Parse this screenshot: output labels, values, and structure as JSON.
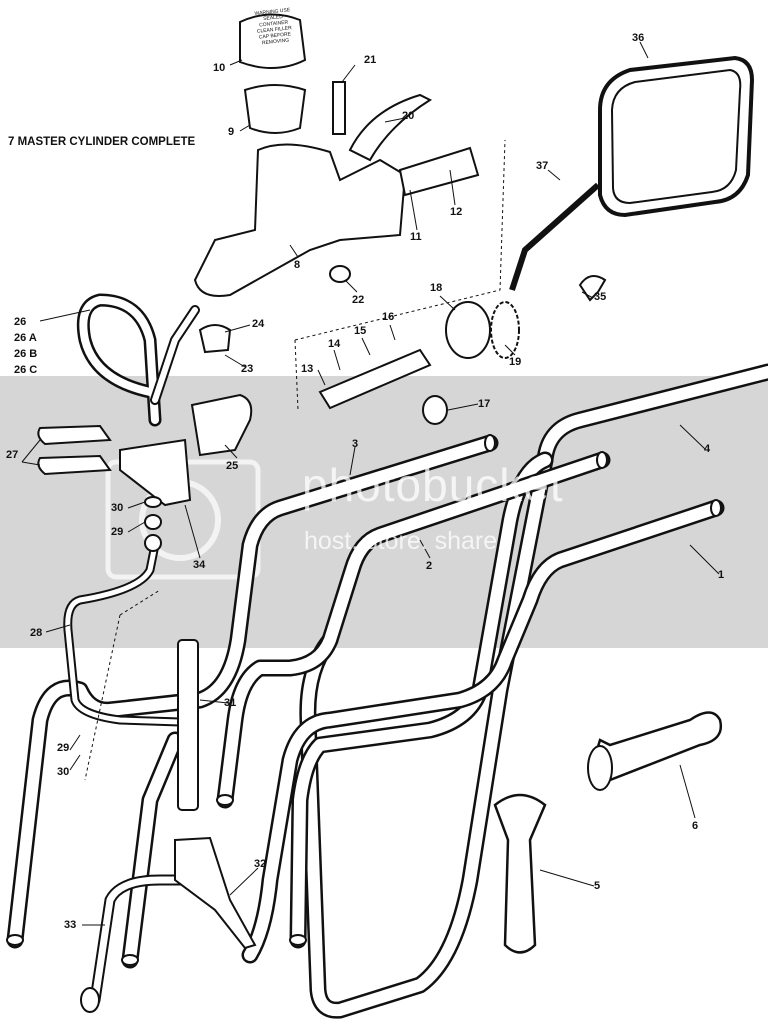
{
  "diagram": {
    "title": "7 MASTER CYLINDER COMPLETE",
    "reservoir_cap_text": "WARNING USE SEALED CONTAINER CLEAN FILLER CAP BEFORE REMOVING",
    "labels": {
      "p1": "1",
      "p2": "2",
      "p3": "3",
      "p4": "4",
      "p5": "5",
      "p6": "6",
      "p8": "8",
      "p9": "9",
      "p10": "10",
      "p11": "11",
      "p12": "12",
      "p13": "13",
      "p14": "14",
      "p15": "15",
      "p16": "16",
      "p17": "17",
      "p18": "18",
      "p19": "19",
      "p20": "20",
      "p21": "21",
      "p22": "22",
      "p23": "23",
      "p24": "24",
      "p25": "25",
      "p26": "26",
      "p26a": "26 A",
      "p26b": "26 B",
      "p26c": "26 C",
      "p27": "27",
      "p28": "28",
      "p29a": "29",
      "p29b": "29",
      "p30a": "30",
      "p30b": "30",
      "p31": "31",
      "p32": "32",
      "p33": "33",
      "p34": "34",
      "p35": "35",
      "p36": "36",
      "p37": "37"
    }
  },
  "watermark": {
    "brand": "photobucket",
    "tagline": "host. store. share."
  },
  "colors": {
    "ink": "#111111",
    "watermark_band": "#d6d6d6"
  }
}
